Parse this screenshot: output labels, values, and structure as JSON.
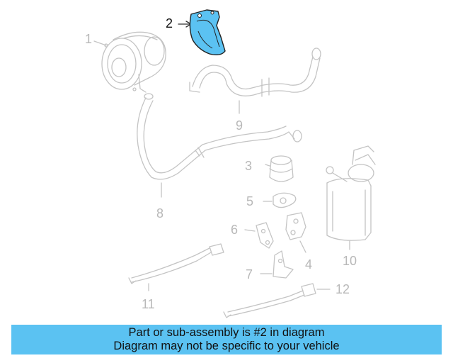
{
  "diagram": {
    "highlighted_part": "2",
    "highlight_color": "#5bc2f2",
    "outline_color": "#c4c4c4",
    "callouts": [
      {
        "id": "2",
        "label": "2"
      },
      {
        "id": "1",
        "label": "1"
      },
      {
        "id": "9",
        "label": "9"
      },
      {
        "id": "3",
        "label": "3"
      },
      {
        "id": "5",
        "label": "5"
      },
      {
        "id": "8",
        "label": "8"
      },
      {
        "id": "6",
        "label": "6"
      },
      {
        "id": "4",
        "label": "4"
      },
      {
        "id": "7",
        "label": "7"
      },
      {
        "id": "10",
        "label": "10"
      },
      {
        "id": "11",
        "label": "11"
      },
      {
        "id": "12",
        "label": "12"
      }
    ]
  },
  "caption": {
    "line1": "Part or sub-assembly is #2 in diagram",
    "line2": "Diagram may not be specific to your vehicle",
    "background": "#5bc2f2"
  }
}
